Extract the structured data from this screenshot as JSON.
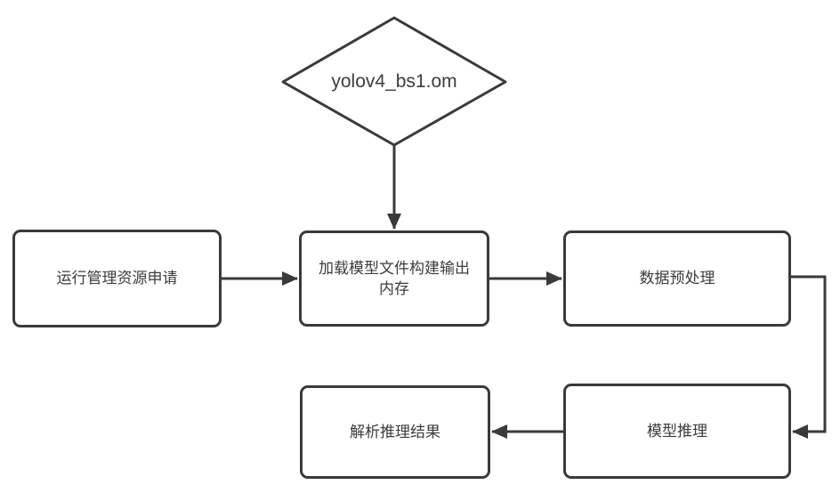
{
  "diagram": {
    "title": "model inference flowchart",
    "colors": {
      "stroke": "#3a3a3a",
      "text": "#3c3c3c",
      "background": "#ffffff"
    },
    "nodes": {
      "model_file": {
        "shape": "diamond",
        "label": "yolov4_bs1.om"
      },
      "runtime": {
        "shape": "rectangle",
        "label": "运行管理资源申请"
      },
      "load": {
        "shape": "rectangle",
        "label": "加载模型文件构建输出内存"
      },
      "preprocess": {
        "shape": "rectangle",
        "label": "数据预处理"
      },
      "infer": {
        "shape": "rectangle",
        "label": "模型推理"
      },
      "parse": {
        "shape": "rectangle",
        "label": "解析推理结果"
      }
    },
    "edges": [
      {
        "from": "model_file",
        "to": "load"
      },
      {
        "from": "runtime",
        "to": "load"
      },
      {
        "from": "load",
        "to": "preprocess"
      },
      {
        "from": "preprocess",
        "to": "infer"
      },
      {
        "from": "infer",
        "to": "parse"
      }
    ]
  }
}
